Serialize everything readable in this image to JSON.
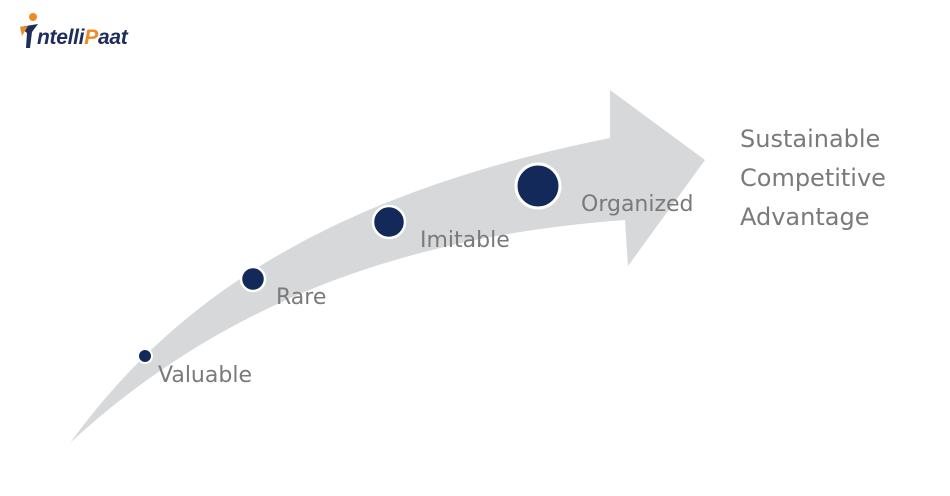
{
  "logo": {
    "prefix": "ntelli",
    "accent": "P",
    "suffix": "aat"
  },
  "stages": [
    {
      "label": "Valuable"
    },
    {
      "label": "Rare"
    },
    {
      "label": "Imitable"
    },
    {
      "label": "Organized"
    }
  ],
  "goal": {
    "lines": [
      "Sustainable",
      "Competitive",
      "Advantage"
    ]
  },
  "colors": {
    "arrow": "#d7d8da",
    "dot": "#13295a",
    "text": "#7a7a7a",
    "brand_navy": "#1e2d5a",
    "brand_orange": "#f08a24"
  }
}
